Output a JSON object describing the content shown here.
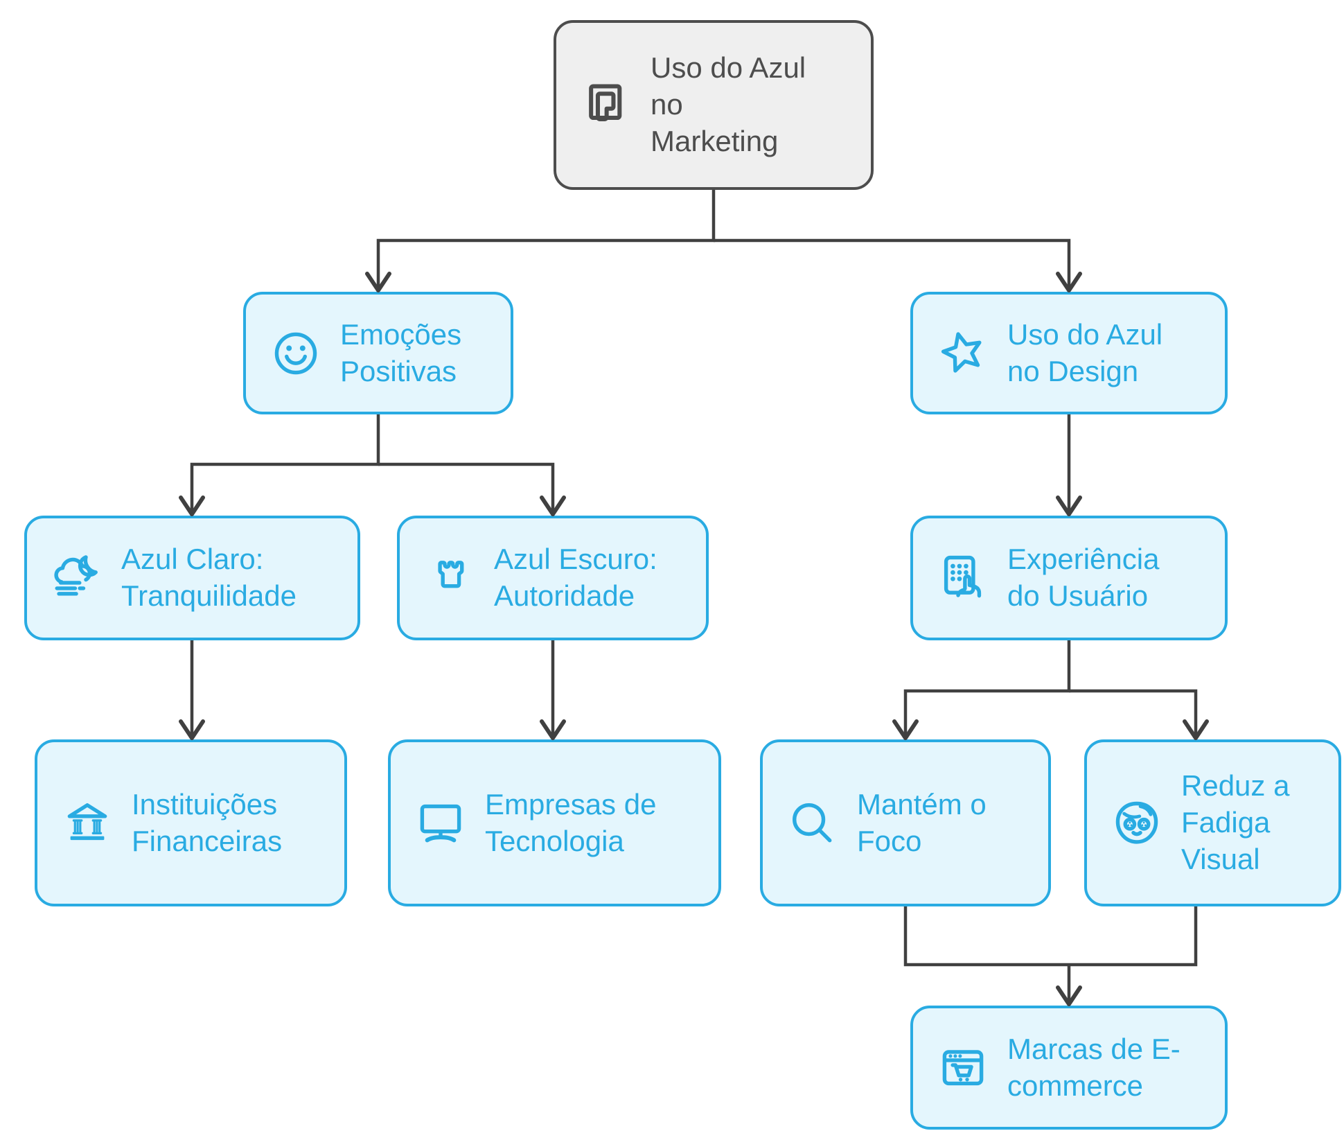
{
  "diagram": {
    "colors": {
      "accent_blue": "#29abe2",
      "node_fill": "#e4f6fd",
      "root_fill": "#efefef",
      "root_border": "#4d4d4d",
      "connector": "#404040",
      "background": "#ffffff"
    },
    "nodes": [
      {
        "id": "root",
        "icon": "pages-icon",
        "label": "Uso do Azul\nno\nMarketing"
      },
      {
        "id": "emocoes",
        "icon": "smiley-icon",
        "label": "Emoções\nPositivas"
      },
      {
        "id": "design",
        "icon": "star-icon",
        "label": "Uso do Azul\nno Design"
      },
      {
        "id": "azul-claro",
        "icon": "cloud-moon-icon",
        "label": "Azul Claro:\nTranquilidade"
      },
      {
        "id": "azul-escuro",
        "icon": "castle-icon",
        "label": "Azul Escuro:\nAutoridade"
      },
      {
        "id": "experiencia",
        "icon": "keypad-touch-icon",
        "label": "Experiência\ndo Usuário"
      },
      {
        "id": "instituicoes",
        "icon": "bank-icon",
        "label": "Instituições\nFinanceiras"
      },
      {
        "id": "empresas-tec",
        "icon": "monitor-icon",
        "label": "Empresas de\nTecnologia"
      },
      {
        "id": "mantem-foco",
        "icon": "magnifier-icon",
        "label": "Mantém o\nFoco"
      },
      {
        "id": "reduz-fadiga",
        "icon": "spa-face-icon",
        "label": "Reduz a\nFadiga\nVisual"
      },
      {
        "id": "marcas-ecom",
        "icon": "browser-cart-icon",
        "label": "Marcas de E-\ncommerce"
      }
    ],
    "edges": [
      {
        "from": "root",
        "to": "emocoes"
      },
      {
        "from": "root",
        "to": "design"
      },
      {
        "from": "emocoes",
        "to": "azul-claro"
      },
      {
        "from": "emocoes",
        "to": "azul-escuro"
      },
      {
        "from": "azul-claro",
        "to": "instituicoes"
      },
      {
        "from": "azul-escuro",
        "to": "empresas-tec"
      },
      {
        "from": "design",
        "to": "experiencia"
      },
      {
        "from": "experiencia",
        "to": "mantem-foco"
      },
      {
        "from": "experiencia",
        "to": "reduz-fadiga"
      },
      {
        "from": "mantem-foco",
        "to": "marcas-ecom"
      },
      {
        "from": "reduz-fadiga",
        "to": "marcas-ecom"
      }
    ]
  }
}
